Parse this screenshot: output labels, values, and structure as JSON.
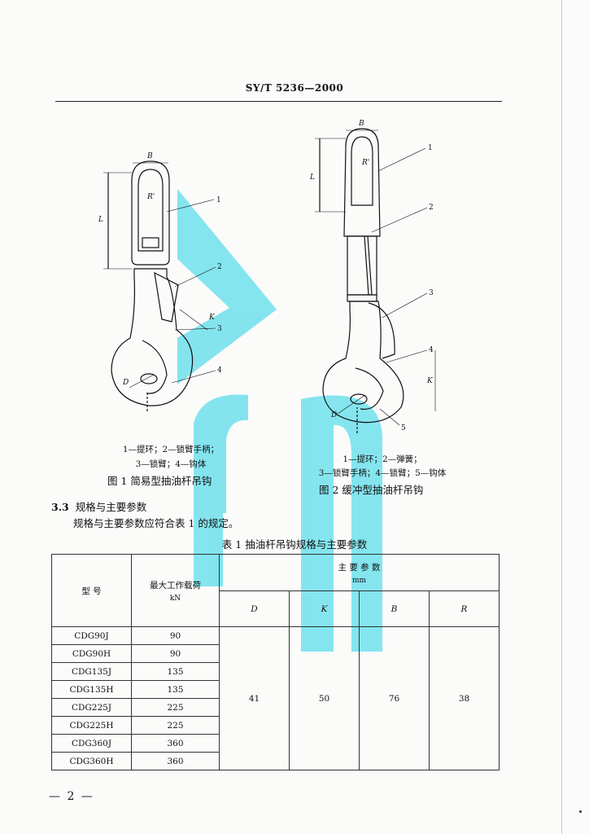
{
  "header": {
    "std_code": "SY/T 5236—2000"
  },
  "figure1": {
    "legend_line1": "1—提环；2—锁臂手柄；",
    "legend_line2": "3—锁臂；4—钩体",
    "caption": "图 1   简易型抽油杆吊钩",
    "labels": {
      "B": "B",
      "L": "L",
      "R": "R'",
      "K": "K",
      "D": "D",
      "n1": "1",
      "n2": "2",
      "n3": "3",
      "n4": "4"
    }
  },
  "figure2": {
    "legend_line1": "1—提环；2—弹簧；",
    "legend_line2": "3—锁臂手柄；4—锁臂；5—钩体",
    "caption": "图 2   缓冲型抽油杆吊钩",
    "labels": {
      "B": "B",
      "L": "L",
      "R": "R'",
      "K": "K",
      "D": "D",
      "n1": "1",
      "n2": "2",
      "n3": "3",
      "n4": "4",
      "n5": "5"
    }
  },
  "section": {
    "number": "3.3",
    "title": "规格与主要参数",
    "text": "规格与主要参数应符合表 1 的规定。"
  },
  "table1": {
    "title": "表 1   抽油杆吊钩规格与主要参数",
    "col_model": "型      号",
    "col_load": "最大工作载荷",
    "col_load_unit": "kN",
    "col_params": "主   要   参   数",
    "col_params_unit": "mm",
    "params": [
      "D",
      "K",
      "B",
      "R"
    ],
    "rows": [
      {
        "model": "CDG90J",
        "load": "90"
      },
      {
        "model": "CDG90H",
        "load": "90"
      },
      {
        "model": "CDG135J",
        "load": "135"
      },
      {
        "model": "CDG135H",
        "load": "135"
      },
      {
        "model": "CDG225J",
        "load": "225"
      },
      {
        "model": "CDG225H",
        "load": "225"
      },
      {
        "model": "CDG360J",
        "load": "360"
      },
      {
        "model": "CDG360H",
        "load": "360"
      }
    ],
    "values": {
      "D": "41",
      "K": "50",
      "B": "76",
      "R": "38"
    }
  },
  "footer": {
    "page_number": "— 2 —"
  }
}
